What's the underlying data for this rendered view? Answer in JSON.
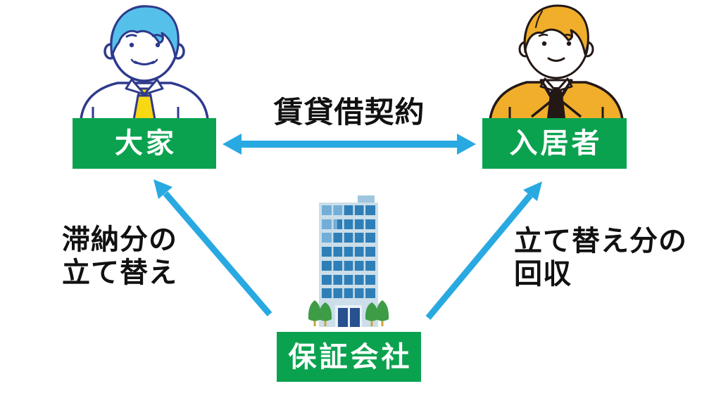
{
  "colors": {
    "box_green": "#0ba24f",
    "arrow_blue": "#29a9e1",
    "text_black": "#111111",
    "landlord_hair": "#55c1ea",
    "landlord_outline": "#2e3a8c",
    "tie_yellow": "#f8d713",
    "tenant_suit": "#f0ae2a",
    "tenant_outline": "#231815",
    "building_frame": "#cbdee9",
    "building_window": "#2e7fb8",
    "building_window_light": "#71afd9",
    "building_door": "#27518f",
    "tree_green": "#3e9c47",
    "tree_trunk": "#c9a63e"
  },
  "nodes": {
    "landlord": {
      "label": "大家"
    },
    "tenant": {
      "label": "入居者"
    },
    "guarantor": {
      "label": "保証会社"
    }
  },
  "edges": {
    "lease": {
      "label": "賃貸借契約"
    },
    "advance": {
      "line1": "滞納分の",
      "line2": "立て替え"
    },
    "collection": {
      "line1": "立て替え分の",
      "line2": "回収"
    }
  },
  "icons": {
    "landlord": "landlord-man-icon",
    "tenant": "tenant-man-icon",
    "guarantor": "office-building-icon"
  }
}
